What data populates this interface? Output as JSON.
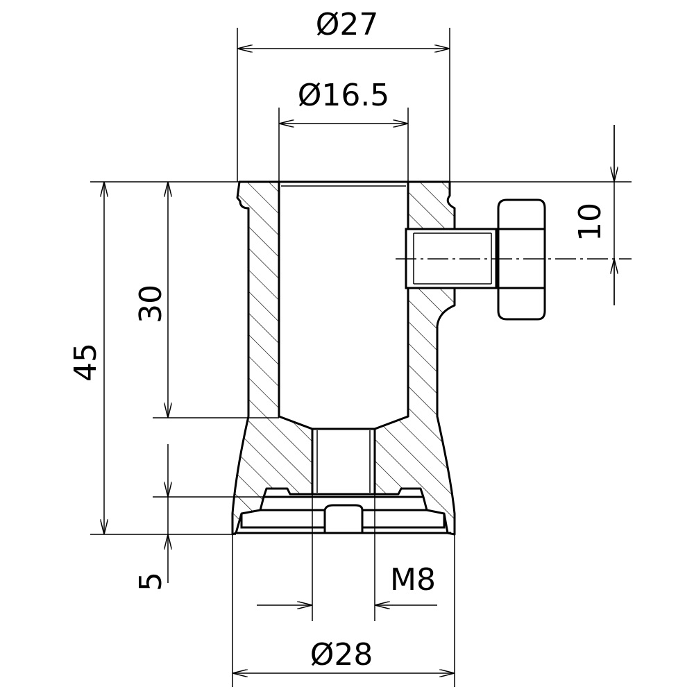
{
  "dimensions": {
    "top_outer_diameter": "Ø27",
    "bore_diameter": "Ø16.5",
    "screw_offset": "10",
    "bore_depth": "30",
    "total_height": "45",
    "base_height": "5",
    "thread": "M8",
    "base_diameter": "Ø28"
  },
  "colors": {
    "line": "#000000",
    "background": "#ffffff"
  }
}
